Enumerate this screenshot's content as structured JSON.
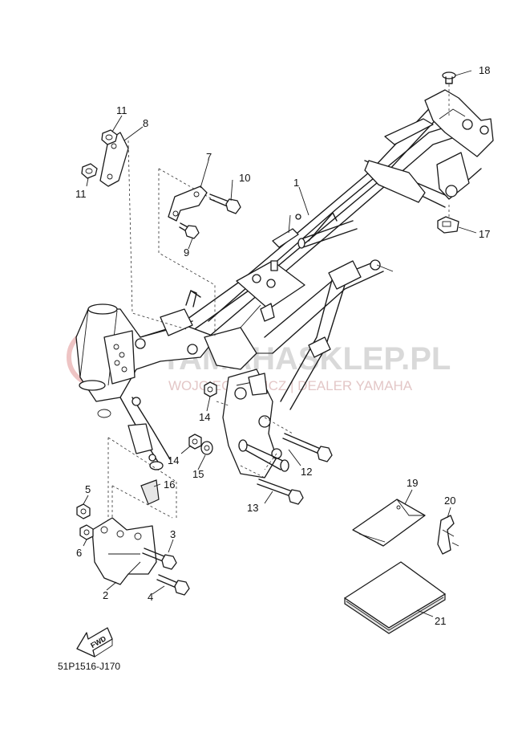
{
  "watermark": {
    "main_text": "YAMAHASKLEP.PL",
    "sub_text": "WOJCIECHOWICZ | DEALER YAMAHA",
    "color": "#d9d9d9",
    "logo_color": "#e8b3b3"
  },
  "diagram_code": "51P1516-J170",
  "fwd_label": "FWD",
  "callouts": [
    {
      "id": "1",
      "label": "1"
    },
    {
      "id": "2",
      "label": "2"
    },
    {
      "id": "3",
      "label": "3"
    },
    {
      "id": "4",
      "label": "4"
    },
    {
      "id": "5",
      "label": "5"
    },
    {
      "id": "6",
      "label": "6"
    },
    {
      "id": "7",
      "label": "7"
    },
    {
      "id": "8",
      "label": "8"
    },
    {
      "id": "9",
      "label": "9"
    },
    {
      "id": "10",
      "label": "10"
    },
    {
      "id": "11a",
      "label": "11"
    },
    {
      "id": "11b",
      "label": "11"
    },
    {
      "id": "12",
      "label": "12"
    },
    {
      "id": "13",
      "label": "13"
    },
    {
      "id": "14a",
      "label": "14"
    },
    {
      "id": "14b",
      "label": "14"
    },
    {
      "id": "15",
      "label": "15"
    },
    {
      "id": "16",
      "label": "16"
    },
    {
      "id": "17",
      "label": "17"
    },
    {
      "id": "18",
      "label": "18"
    },
    {
      "id": "19",
      "label": "19"
    },
    {
      "id": "20",
      "label": "20"
    },
    {
      "id": "21",
      "label": "21"
    }
  ]
}
